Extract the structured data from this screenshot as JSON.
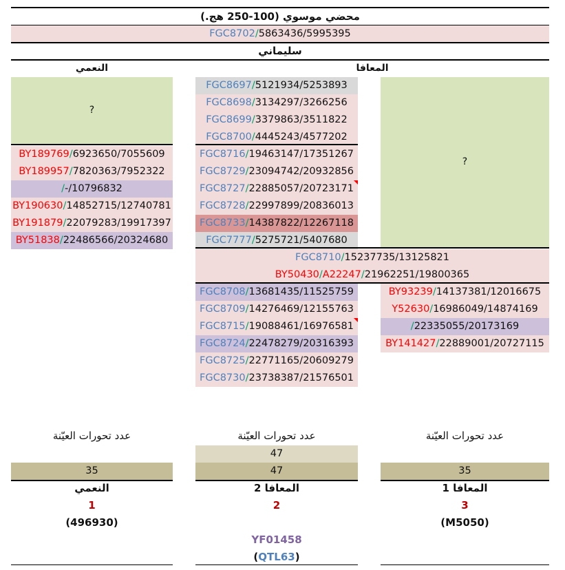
{
  "header": {
    "title": "محضي موسوي (100-250 هج.)",
    "main_snp": {
      "snp": "FGC8702",
      "pos": "5863436/5995395"
    },
    "sub_title": "سليماني"
  },
  "columns": {
    "naimi_label": "النعمي",
    "moafa_label": "المعافا"
  },
  "unknown_mark": "?",
  "naimi_snps": [
    {
      "snp": "BY189769",
      "pos": "6923650/7055609"
    },
    {
      "snp": "BY189957",
      "pos": "7820363/7952322"
    },
    {
      "snp": "",
      "pos": "-/10796832"
    },
    {
      "snp": "BY190630",
      "pos": "14852715/12740781"
    },
    {
      "snp": "BY191879",
      "pos": "22079283/19917397"
    },
    {
      "snp": "BY51838",
      "pos": "22486566/20324680"
    }
  ],
  "moafa_upper": [
    {
      "snp": "FGC8697",
      "pos": "5121934/5253893"
    },
    {
      "snp": "FGC8698",
      "pos": "3134297/3266256"
    },
    {
      "snp": "FGC8699",
      "pos": "3379863/3511822"
    },
    {
      "snp": "FGC8700",
      "pos": "4445243/4577202"
    }
  ],
  "moafa_mid": [
    {
      "snp": "FGC8716",
      "pos": "19463147/17351267"
    },
    {
      "snp": "FGC8729",
      "pos": "23094742/20932856"
    },
    {
      "snp": "FGC8727",
      "pos": "22885057/20723171"
    },
    {
      "snp": "FGC8728",
      "pos": "22997899/20836013"
    },
    {
      "snp": "FGC8733",
      "pos": "14387822/12267118"
    },
    {
      "snp": "FGC7777",
      "pos": "5275721/5407680"
    }
  ],
  "moafa_wide": [
    {
      "snp": "FGC8710",
      "pos": "15237735/13125821"
    },
    {
      "snp": "BY50430",
      "snp2": "A22247",
      "pos": "21962251/19800365"
    }
  ],
  "moafa2_snps": [
    {
      "snp": "FGC8708",
      "pos": "13681435/11525759"
    },
    {
      "snp": "FGC8709",
      "pos": "14276469/12155763"
    },
    {
      "snp": "FGC8715",
      "pos": "19088461/16976581"
    },
    {
      "snp": "FGC8724",
      "pos": "22478279/20316393"
    },
    {
      "snp": "FGC8725",
      "pos": "22771165/20609279"
    },
    {
      "snp": "FGC8730",
      "pos": "23738387/21576501"
    }
  ],
  "moafa1_snps": [
    {
      "snp": "BY93239",
      "pos": "14137381/12016675"
    },
    {
      "snp": "Y52630",
      "pos": "16986049/14874169"
    },
    {
      "snp": "",
      "pos": "22335055/20173169"
    },
    {
      "snp": "BY141427",
      "pos": "22889001/20727115"
    }
  ],
  "bottom": {
    "count_label": "عدد تحورات العيّنة",
    "left": {
      "count": "35",
      "name": "النعمي",
      "num": "1",
      "sample": "(496930)"
    },
    "middle": {
      "count_top": "47",
      "count": "47",
      "name": "المعافا 2",
      "num": "2",
      "sample": "YF01458",
      "sample2_open": "(",
      "sample2": "QTL63",
      "sample2_close": ")"
    },
    "right": {
      "count": "35",
      "name": "المعافا 1",
      "num": "3",
      "sample": "(M5050)"
    }
  },
  "colors": {
    "snp_blue": "#4f81bd",
    "snp_red": "#ff0000",
    "separator": "#00a36c",
    "pink": "#f2dcdb",
    "grey": "#d9d9d9",
    "lavender": "#ccc0da",
    "dark_pink": "#d99694",
    "green": "#d7e4bc",
    "tan": "#ddd9c3",
    "olive": "#c4bd97",
    "number_red": "#c00000",
    "sample_purple": "#8064a2"
  }
}
